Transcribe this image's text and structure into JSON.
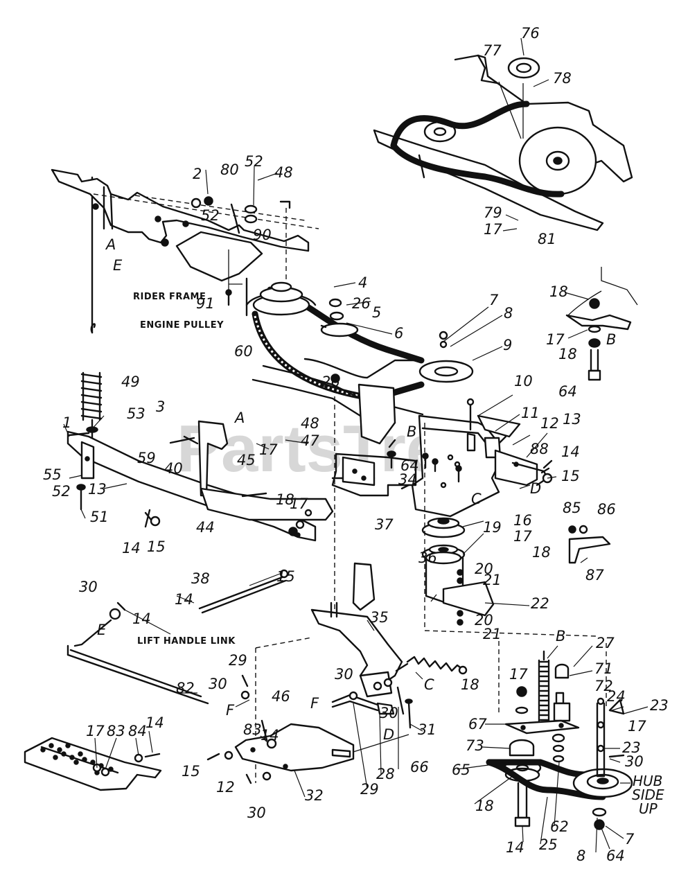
{
  "watermark": "PartsTree",
  "captions": {
    "rider_frame": "RIDER FRAME",
    "engine_pulley": "ENGINE PULLEY",
    "lift_handle_link": "LIFT HANDLE LINK",
    "hub_line1": "HUB",
    "hub_line2": "SIDE",
    "hub_line3": "UP"
  },
  "callouts": [
    "76",
    "77",
    "78",
    "79",
    "17",
    "81",
    "2",
    "80",
    "52",
    "48",
    "52",
    "90",
    "A",
    "E",
    "91",
    "4",
    "26",
    "5",
    "6",
    "60",
    "7",
    "8",
    "9",
    "18",
    "17",
    "B",
    "18",
    "64",
    "49",
    "1",
    "53",
    "3",
    "59",
    "55",
    "52",
    "13",
    "51",
    "26",
    "10",
    "11",
    "A",
    "40",
    "45",
    "17",
    "48",
    "47",
    "B",
    "64",
    "34",
    "12",
    "13",
    "88",
    "D",
    "14",
    "15",
    "18",
    "17",
    "14",
    "15",
    "44",
    "85",
    "86",
    "87",
    "C",
    "16",
    "17",
    "18",
    "36",
    "19",
    "37",
    "20",
    "21",
    "22",
    "20",
    "21",
    "15",
    "38",
    "14",
    "30",
    "14",
    "E",
    "35",
    "B",
    "27",
    "71",
    "72",
    "24",
    "23",
    "29",
    "30",
    "82",
    "F",
    "30",
    "F",
    "30",
    "46",
    "C",
    "18",
    "17",
    "67",
    "73",
    "17",
    "23",
    "30",
    "14",
    "83",
    "17",
    "83",
    "84",
    "14",
    "15",
    "12",
    "32",
    "D",
    "31",
    "29",
    "28",
    "66",
    "65",
    "18",
    "62",
    "25",
    "8",
    "7",
    "64",
    "14",
    "30"
  ]
}
